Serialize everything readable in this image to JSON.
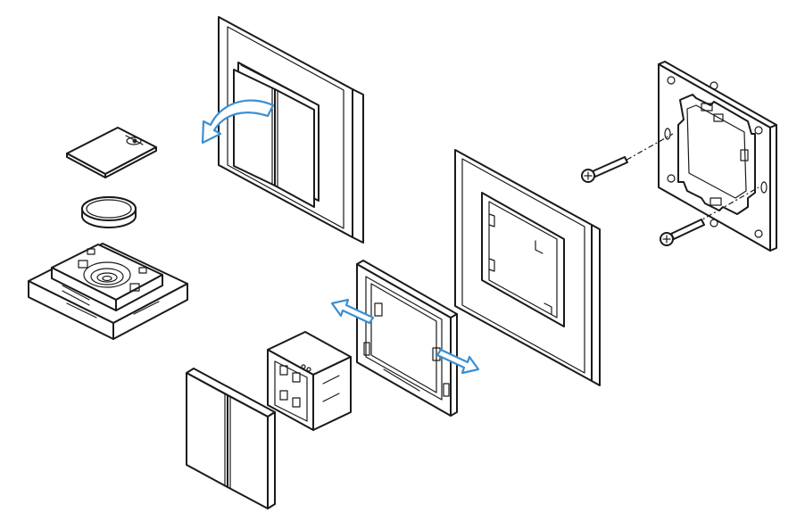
{
  "colors": {
    "line": "#1a1a1a",
    "arrow_fill": "#ffffff",
    "arrow_stroke": "#3b8fd1",
    "background": "#ffffff"
  },
  "parts": [
    {
      "id": "battery-cover",
      "icon": "battery-cover-icon"
    },
    {
      "id": "coin-battery",
      "icon": "coin-battery-icon"
    },
    {
      "id": "switch-base-module",
      "icon": "base-module-icon"
    },
    {
      "id": "assembled-switch",
      "icon": "assembled-switch-icon"
    },
    {
      "id": "double-rocker",
      "icon": "rocker-icon"
    },
    {
      "id": "switch-insert",
      "icon": "insert-icon"
    },
    {
      "id": "adapter-frame",
      "icon": "adapter-frame-icon"
    },
    {
      "id": "cover-frame",
      "icon": "cover-frame-icon"
    },
    {
      "id": "mounting-plate",
      "icon": "mounting-plate-icon"
    },
    {
      "id": "screw-top",
      "icon": "screw-icon"
    },
    {
      "id": "screw-bottom",
      "icon": "screw-icon"
    }
  ],
  "arrows": [
    {
      "id": "remove-rocker-arrow",
      "icon": "curved-arrow-icon"
    },
    {
      "id": "unclip-left-arrow",
      "icon": "straight-arrow-icon"
    },
    {
      "id": "unclip-right-arrow",
      "icon": "straight-arrow-icon"
    }
  ]
}
